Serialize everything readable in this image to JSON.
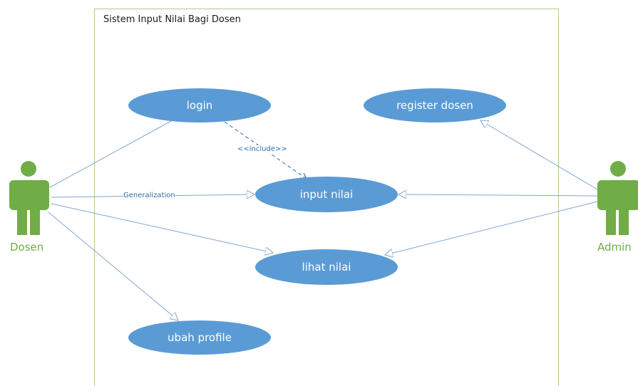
{
  "system": {
    "title": "Sistem Input Nilai Bagi Dosen"
  },
  "actors": {
    "dosen": "Dosen",
    "admin": "Admin"
  },
  "use_cases": {
    "login": "login",
    "register_dosen": "register dosen",
    "input_nilai": "input nilai",
    "lihat_nilai": "lihat nilai",
    "ubah_profile": "ubah profile"
  },
  "relations": {
    "include_label": "<<include>>",
    "generalization_label": "Generalization"
  },
  "colors": {
    "actor": "#70ad47",
    "usecase": "#5b9bd5",
    "line": "#7fa7cf",
    "boundary": "#a9cf8a"
  }
}
